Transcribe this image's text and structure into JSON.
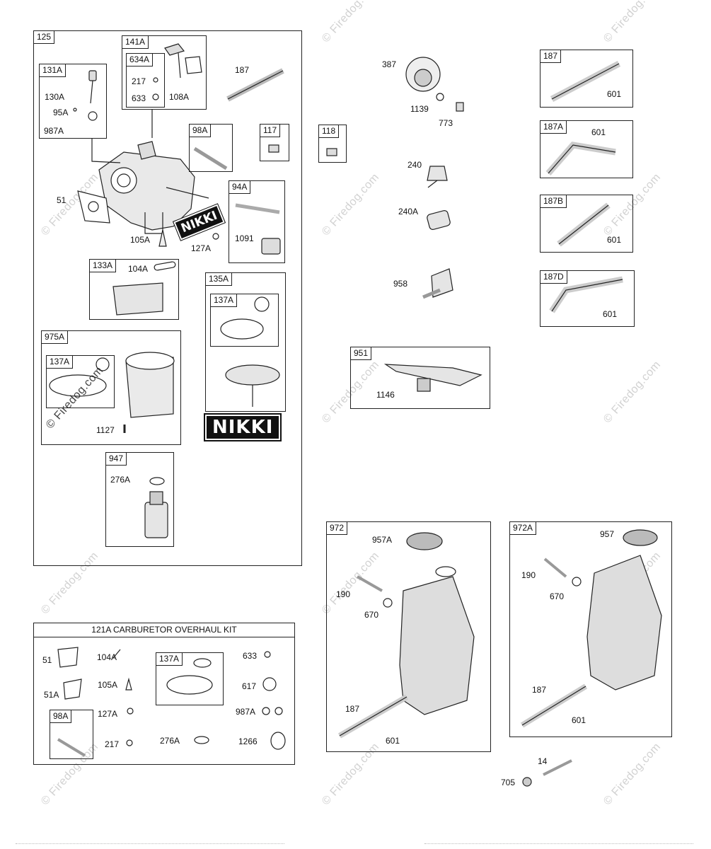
{
  "watermarks": {
    "text": "© Firedog.com"
  },
  "logos": {
    "nikki_small": "NIKKI",
    "nikki_large": "NIKKI"
  },
  "kit": {
    "title": "121A CARBURETOR OVERHAUL KIT"
  },
  "boxes": {
    "b125": "125",
    "b131A": "131A",
    "b141A": "141A",
    "b634A": "634A",
    "b98A": "98A",
    "b117": "117",
    "b94A": "94A",
    "b133A": "133A",
    "b135A": "135A",
    "b137A_1": "137A",
    "b975A": "975A",
    "b137A_2": "137A",
    "b947": "947",
    "b118": "118",
    "b951": "951",
    "b187": "187",
    "b187A": "187A",
    "b187B": "187B",
    "b187D": "187D",
    "b972": "972",
    "b972A": "972A",
    "k137A": "137A",
    "k98A": "98A"
  },
  "labels": {
    "l187_main": "187",
    "l130A": "130A",
    "l95A": "95A",
    "l987A": "987A",
    "l217": "217",
    "l633": "633",
    "l108A": "108A",
    "l51": "51",
    "l105A": "105A",
    "l127A": "127A",
    "l1091": "1091",
    "l104A": "104A",
    "l1127": "1127",
    "l276A": "276A",
    "l387": "387",
    "l1139": "1139",
    "l773": "773",
    "l240": "240",
    "l240A": "240A",
    "l958": "958",
    "l1146": "1146",
    "r601a": "601",
    "r601b": "601",
    "r601c": "601",
    "r601d": "601",
    "t957A": "957A",
    "t190": "190",
    "t670": "670",
    "t187": "187",
    "t601": "601",
    "u957": "957",
    "u190": "190",
    "u670": "670",
    "u187": "187",
    "u601": "601",
    "v14": "14",
    "v705": "705",
    "k51": "51",
    "k51A": "51A",
    "k104A": "104A",
    "k105A": "105A",
    "k127A": "127A",
    "k217": "217",
    "k276A": "276A",
    "k633": "633",
    "k617": "617",
    "k987A": "987A",
    "k1266": "1266"
  }
}
